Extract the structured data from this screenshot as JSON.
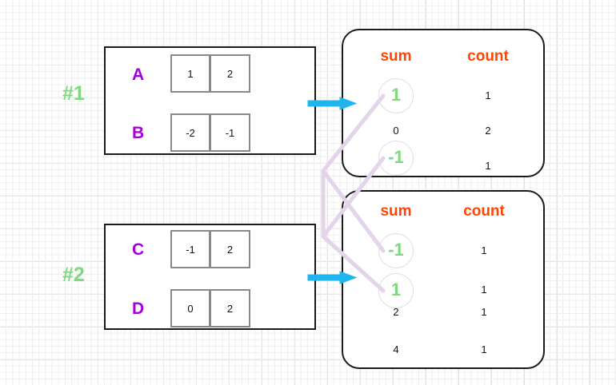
{
  "diagram": {
    "title": "shuffle-aggregation-diagram",
    "colors": {
      "header": "#ff4500",
      "highlight_green": "#7ed87e",
      "label_purple": "#a400d8",
      "arrow_cyan": "#1fb6f0",
      "link_purple": "#e3d4ea",
      "box_border": "#1a1a1a",
      "cell_border": "#888888"
    }
  },
  "partitions": [
    {
      "tag": "#1",
      "rows": [
        {
          "key": "A",
          "values": [
            "1",
            "2"
          ]
        },
        {
          "key": "B",
          "values": [
            "-2",
            "-1"
          ]
        }
      ]
    },
    {
      "tag": "#2",
      "rows": [
        {
          "key": "C",
          "values": [
            "-1",
            "2"
          ]
        },
        {
          "key": "D",
          "values": [
            "0",
            "2"
          ]
        }
      ]
    }
  ],
  "aggregates": [
    {
      "name": "top-aggregate",
      "headers": {
        "sum": "sum",
        "count": "count"
      },
      "rows": [
        {
          "sum": "1",
          "count": "1",
          "highlight": true
        },
        {
          "sum": "0",
          "count": "2",
          "highlight": false
        },
        {
          "sum": "-1",
          "count": "1",
          "highlight": true
        }
      ]
    },
    {
      "name": "bottom-aggregate",
      "headers": {
        "sum": "sum",
        "count": "count"
      },
      "rows": [
        {
          "sum": "-1",
          "count": "1",
          "highlight": true
        },
        {
          "sum": "1",
          "count": "1",
          "highlight": true
        },
        {
          "sum": "2",
          "count": "1",
          "highlight": false
        },
        {
          "sum": "4",
          "count": "1",
          "highlight": false
        }
      ]
    }
  ],
  "arrows": [
    {
      "name": "shuffle-arrow-1"
    },
    {
      "name": "shuffle-arrow-2"
    }
  ],
  "links": [
    {
      "name": "link-top1-to-bottom1"
    },
    {
      "name": "link-topminus1-to-bottomminus1"
    }
  ]
}
